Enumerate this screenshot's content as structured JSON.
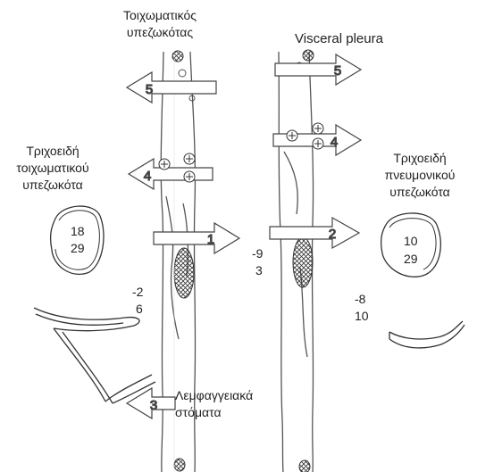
{
  "labels": {
    "parietal_pleura": "Τοιχωματικός υπεζωκότας",
    "visceral_pleura": "Visceral pleura",
    "parietal_capillaries": "Τριχοειδή τοιχωματικού υπεζωκότα",
    "visceral_capillaries": "Τριχοειδή πνευμονικού υπεζωκότα",
    "lymphatic_stomata": "Λεμφαγγειακά στόματα"
  },
  "arrows": {
    "a1": "1",
    "a2": "2",
    "a3": "3",
    "a4_left": "4",
    "a4_right": "4",
    "a5_left": "5",
    "a5_right": "5"
  },
  "values": {
    "parietal_capillary_top": "18",
    "parietal_capillary_bottom": "29",
    "visceral_capillary_top": "10",
    "visceral_capillary_bottom": "29",
    "interstitium_left_top": "-2",
    "interstitium_left_bottom": "6",
    "pleural_space_top": "-9",
    "pleural_space_bottom": "3",
    "interstitium_right_top": "-8",
    "interstitium_right_bottom": "10"
  }
}
